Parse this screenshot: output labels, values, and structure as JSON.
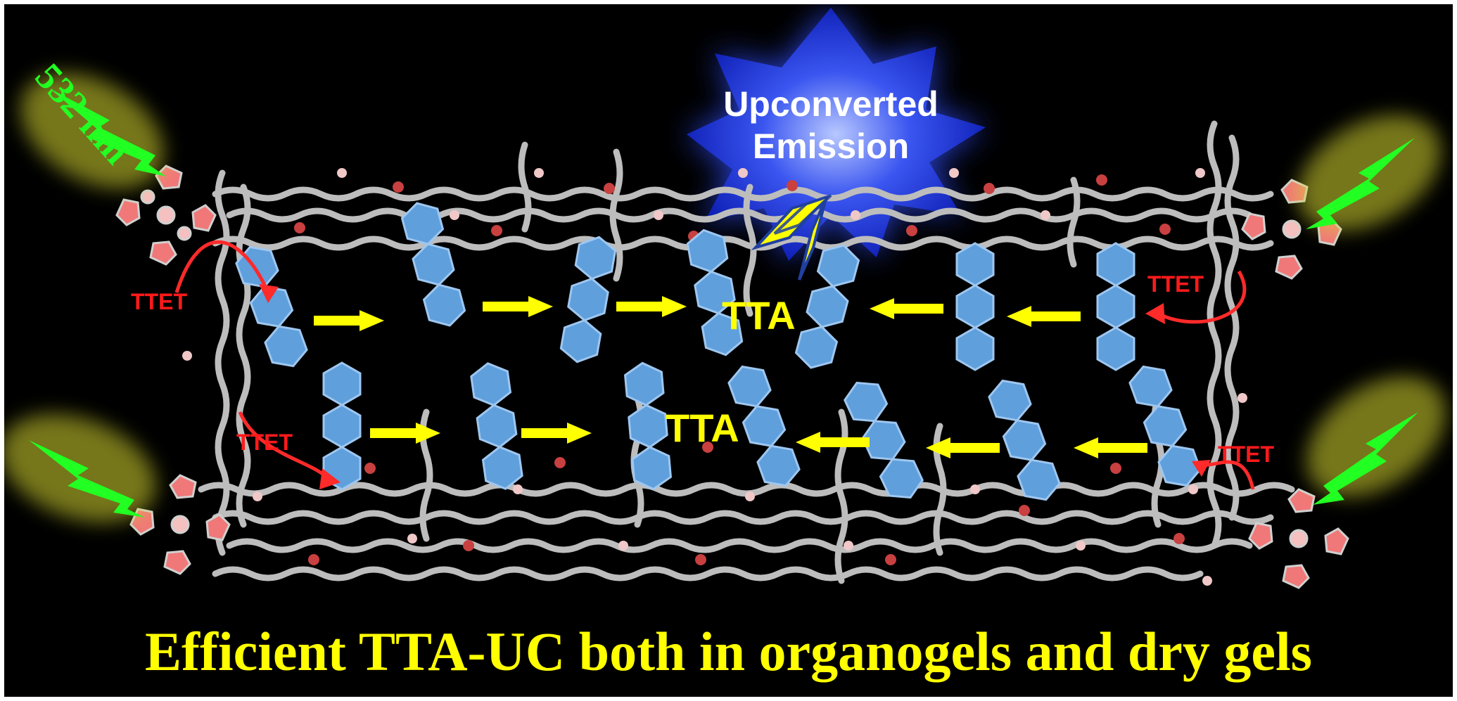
{
  "laser_label": "532 nm",
  "emission": {
    "line1": "Upconverted",
    "line2": "Emission"
  },
  "ttet_label": "TTET",
  "tta_label": "TTA",
  "caption": "Efficient TTA-UC both in organogels and dry gels",
  "colors": {
    "background": "#000000",
    "laser": "#22ff22",
    "laser_glow": "#e0e040",
    "ttet_arrow": "#ff2a2a",
    "energy_arrow": "#ffff00",
    "emission_burst": "#1530d8",
    "anthracene": "#5f9fdc",
    "porphyrin": "#f08080",
    "gel_chain": "#b8b8b8",
    "oxygen": "#d04040"
  }
}
